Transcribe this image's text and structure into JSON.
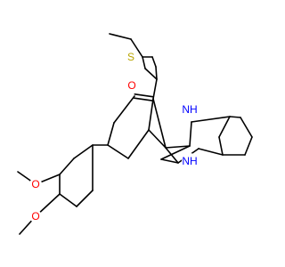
{
  "molecule": {
    "atoms": {
      "sulfur": "S",
      "carbonyl_oxygen": "O",
      "nh_upper": "NH",
      "nh_lower": "NH",
      "methoxy_oxygen_1": "O",
      "methoxy_oxygen_2": "O"
    },
    "colors": {
      "bond": "#000000",
      "sulfur": "#b8a400",
      "oxygen": "#ff0000",
      "nitrogen": "#0000ff"
    }
  }
}
